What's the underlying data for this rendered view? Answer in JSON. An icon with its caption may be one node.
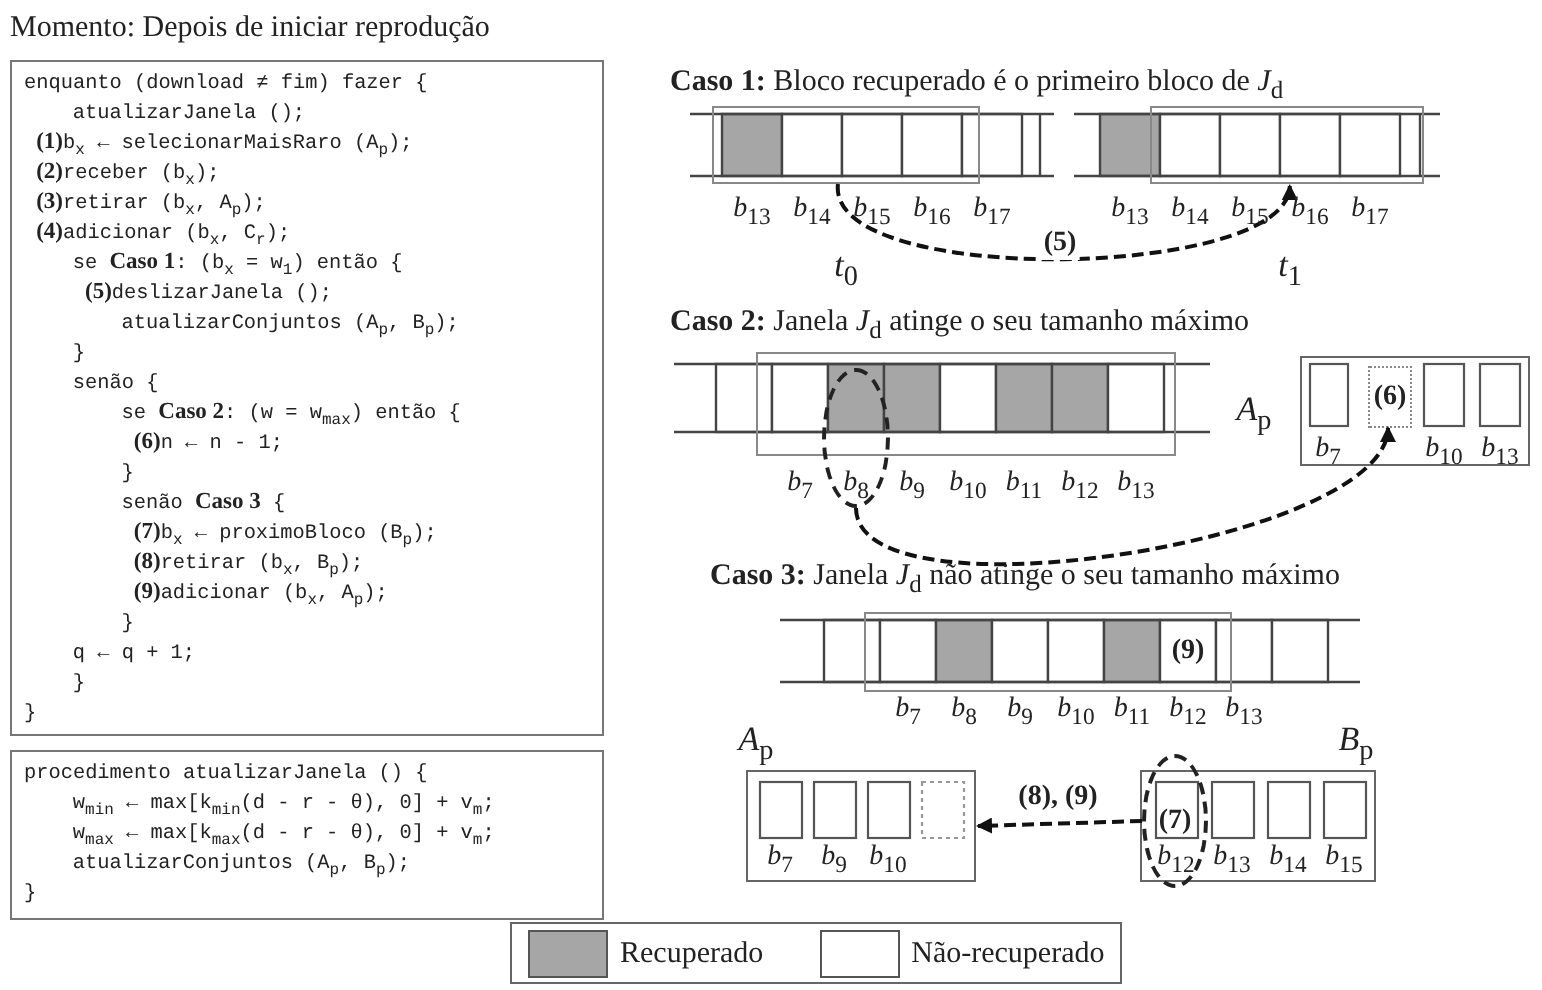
{
  "diagram": {
    "title": "Momento: Depois de iniciar reprodução",
    "nodes": [
      {
        "text": [
          "enquanto (download ≠ fim) fazer {",
          "atualizarJanela ();",
          "**(1)**b$_{x}$ ← selecionarMaisRaro (A$_{p}$);",
          "**(2)**receber (b$_{x}$);",
          "**(3)**retirar (b$_{x}$, A$_{p}$);",
          "**(4)**adicionar (b$_{x}$, C$_{r}$);",
          "se **Caso 1**: (b$_{x}$ = w$_{1}$) então {",
          "**(5)**deslizarJanela ();",
          "atualizarConjuntos (A$_{p}$, B$_{p}$);",
          "}",
          "senão {",
          "se **Caso 2**: (w = w$_{max}$) então {",
          "**(6)**n ← n - 1;",
          "}",
          "senão **Caso 3** {",
          "**(7)**b$_{x}$ ← proximoBloco (B$_{p}$);",
          "**(8)**retirar (b$_{x}$, B$_{p}$);",
          "**(9)**adicionar (b$_{x}$, A$_{p}$);",
          "}",
          "q ← q + 1;",
          "}",
          "}"
        ]
      },
      {
        "text": [
          "procedimento atualizarJanela () {",
          "w$_{min}$ ← max[k$_{min}$(d - r - θ), 0] + v$_{m}$;",
          "w$_{max}$ ← max[k$_{max}$(d - r - θ), 0] + v$_{m}$;",
          "atualizarConjuntos (A$_{p}$, B$_{p}$);",
          "}"
        ]
      },
      {
        "text": [],
        "shape": "box",
        "beside": [
          "*t*$_{0}$"
        ]
      },
      {
        "text": [],
        "shape": "box",
        "beside": [
          "*t*$_{1}$"
        ]
      },
      {
        "text": [],
        "shape": "box"
      },
      {
        "text": [],
        "shape": "circle"
      },
      {
        "text": [],
        "shape": "box",
        "beside": [
          "*A*$_{p}$"
        ]
      },
      {
        "text": [
          "(6)"
        ],
        "in": 6
      },
      {
        "text": [],
        "shape": "box"
      },
      {
        "text": [],
        "shape": "box",
        "beside": [
          "*A*$_{p}$"
        ]
      },
      {
        "text": [],
        "shape": "box",
        "beside": [
          "*B*$_{p}$"
        ]
      },
      {
        "text": [
          "(7)"
        ]
      }
    ],
    "edges": [
      {
        "from": 2,
        "to": 3,
        "arrow": "to",
        "label": "(5)",
        "style": "dashed"
      },
      {
        "from": 5,
        "to": 7,
        "arrow": "to",
        "style": "dashed"
      },
      {
        "from": 11,
        "to": 9,
        "arrow": "to",
        "label": "(8), (9)",
        "style": "dashed"
      }
    ],
    "labels": [
      "**Caso 1:**  Bloco recuperado é o primeiro bloco de *J*$_{d}$",
      "*b*$_{13}$",
      "*b*$_{14}$",
      "*b*$_{15}$",
      "*b*$_{16}$",
      "*b*$_{17}$",
      "*b*$_{13}$",
      "*b*$_{14}$",
      "*b*$_{15}$",
      "*b*$_{16}$",
      "*b*$_{17}$",
      "**Caso 2:**  Janela *J*$_{d}$ atinge o seu tamanho máximo",
      "*b*$_{7}$",
      "*b*$_{8}$",
      "*b*$_{9}$",
      "*b*$_{10}$",
      "*b*$_{11}$",
      "*b*$_{12}$",
      "*b*$_{13}$",
      "*b*$_{7}$",
      "*b*$_{10}$",
      "*b*$_{13}$",
      "**Caso 3:**  Janela *J*$_{d}$  não atinge o seu tamanho máximo",
      "(9)",
      "*b*$_{7}$",
      "*b*$_{8}$",
      "*b*$_{9}$",
      "*b*$_{10}$",
      "*b*$_{11}$",
      "*b*$_{12}$",
      "*b*$_{13}$",
      "*b*$_{7}$",
      "*b*$_{9}$",
      "*b*$_{10}$",
      "*b*$_{12}$",
      "*b*$_{13}$",
      "*b*$_{14}$",
      "*b*$_{15}$"
    ],
    "legend": [
      {
        "text": "Recuperado",
        "color": "#a6a6a6"
      },
      {
        "text": "Não-recuperado",
        "color": "#ffffff"
      }
    ]
  }
}
